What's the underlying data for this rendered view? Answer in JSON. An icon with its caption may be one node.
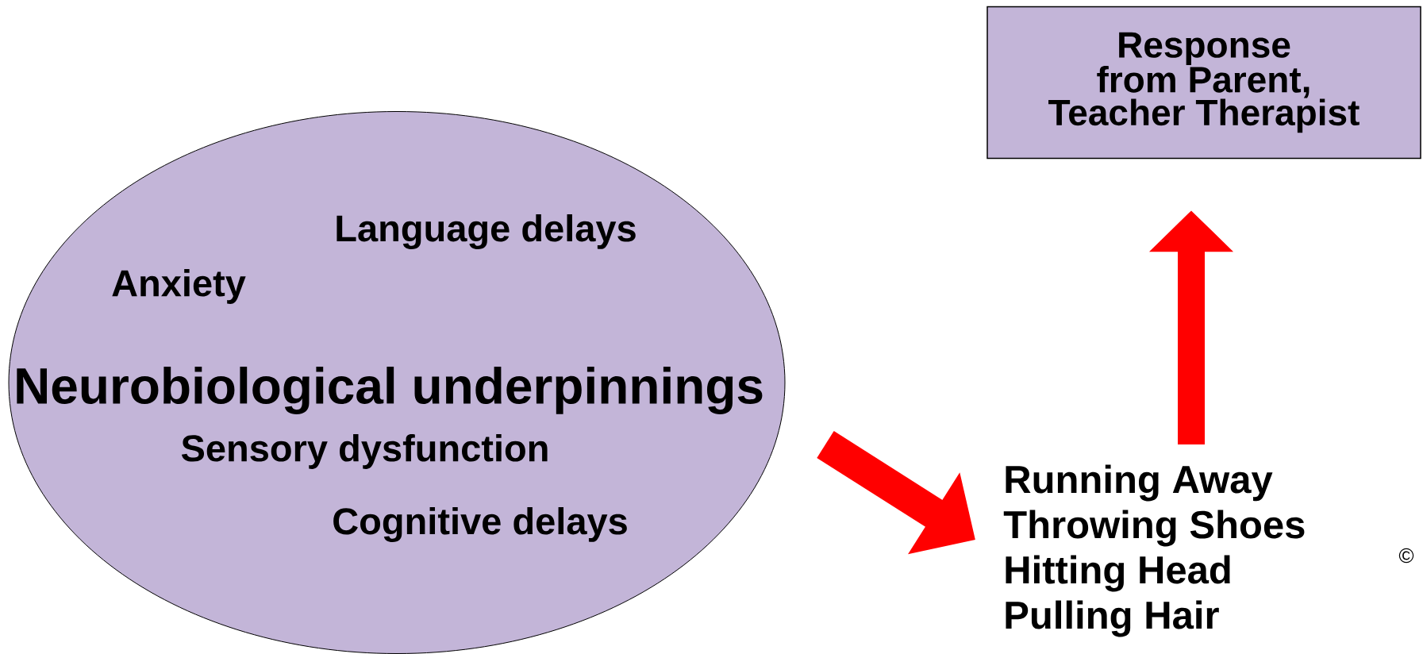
{
  "diagram": {
    "nodes": [
      {
        "text": [
          "Language delays",
          "Anxiety",
          "Neurobiological underpinnings",
          "Sensory dysfunction",
          "Cognitive delays"
        ]
      },
      {
        "text": [
          "Running Away",
          "Throwing Shoes",
          "Hitting Head",
          "Pulling Hair"
        ]
      },
      {
        "text": [
          "Response from Parent, Teacher Therapist"
        ]
      }
    ],
    "edges": [
      {
        "from": 0,
        "to": 1,
        "arrow": "to"
      },
      {
        "from": 1,
        "to": 2,
        "arrow": "to"
      }
    ],
    "labels": [
      "©"
    ]
  }
}
